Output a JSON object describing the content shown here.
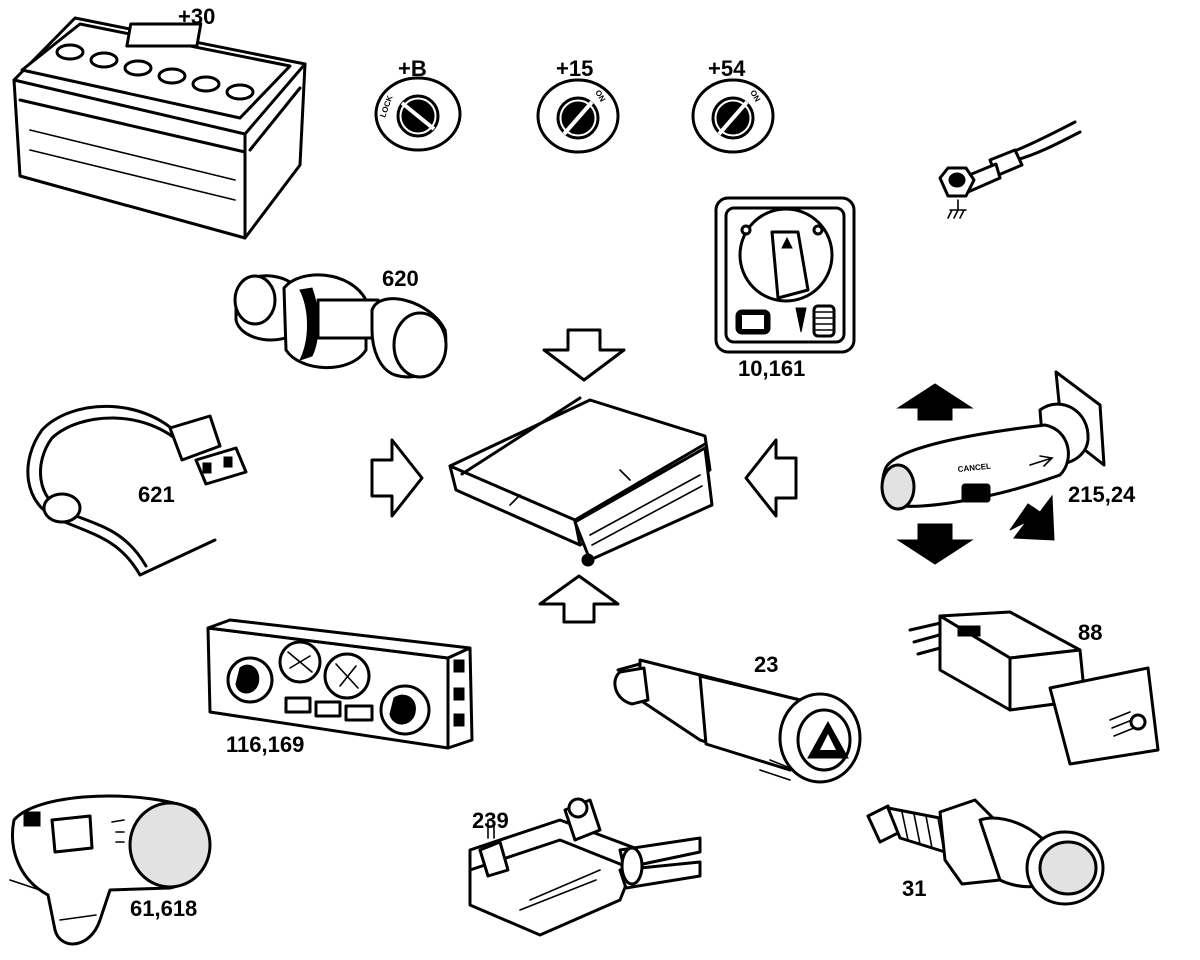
{
  "components": {
    "battery": {
      "label": "+30"
    },
    "ignition_lock": {
      "label": "+B",
      "position_text": "LOCK"
    },
    "ignition_on_15": {
      "label": "+15",
      "position_text": "ON"
    },
    "ignition_on_54": {
      "label": "+54",
      "position_text": "ON"
    },
    "light_switch": {
      "label": "10,161"
    },
    "relay_620": {
      "label": "620"
    },
    "wiring_621": {
      "label": "621"
    },
    "cruise_stalk": {
      "label": "215,24",
      "stalk_text": "CANCEL"
    },
    "heater_panel": {
      "label": "116,169"
    },
    "hazard_switch": {
      "label": "23"
    },
    "fog_switch": {
      "label": "88"
    },
    "wiper_stalk": {
      "label": "61,618"
    },
    "wiper_motor": {
      "label": "239"
    },
    "temp_sensor": {
      "label": "31"
    }
  },
  "colors": {
    "line": "#000000",
    "background": "#ffffff",
    "shade": "#e2e2e2"
  },
  "center_unit": {
    "icon": "control-module-icon"
  }
}
